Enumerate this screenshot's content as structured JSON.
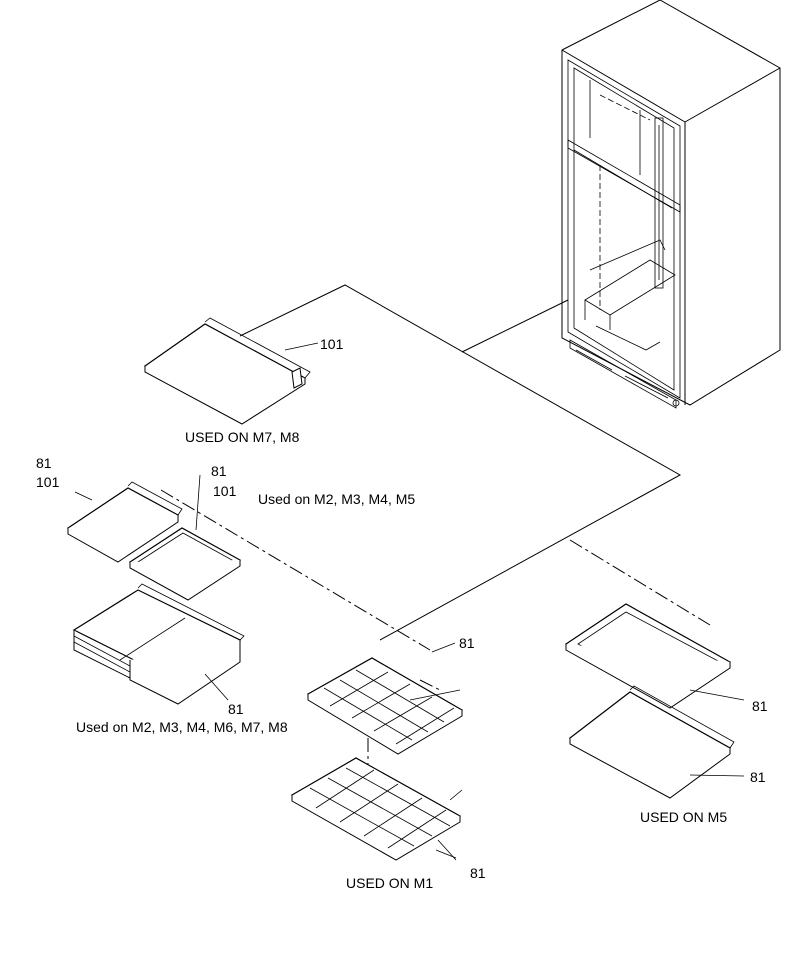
{
  "captions": {
    "m7_m8": "USED ON M7, M8",
    "m2_m5": "Used on M2, M3, M4, M5",
    "m2_m8": "Used on M2, M3, M4, M6, M7, M8",
    "m1": "USED ON M1",
    "m5": "USED ON M5"
  },
  "callouts": {
    "a": "101",
    "b1": "81",
    "b2": "101",
    "c1": "81",
    "c2": "101",
    "d": "81",
    "e": "81",
    "f": "81",
    "g": "81",
    "h": "81"
  }
}
